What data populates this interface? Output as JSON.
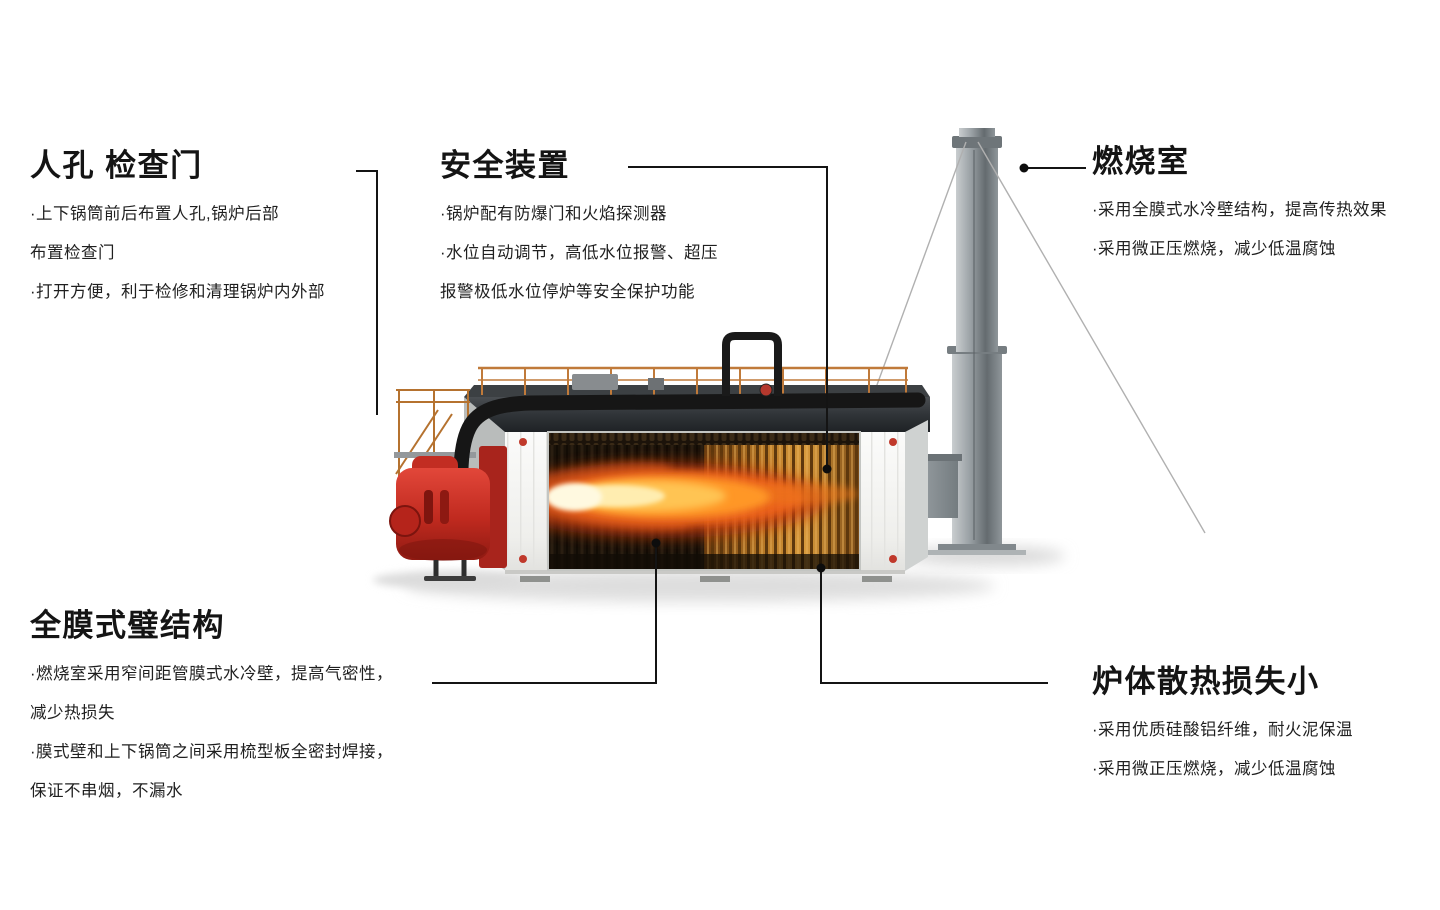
{
  "callouts": {
    "manhole": {
      "title": "人孔 检查门",
      "lines": [
        "·上下锅筒前后布置人孔,锅炉后部",
        "布置检查门",
        "·打开方便，利于检修和清理锅炉内外部"
      ]
    },
    "safety": {
      "title": "安全装置",
      "lines": [
        "·锅炉配有防爆门和火焰探测器",
        "·水位自动调节，高低水位报警、超压",
        "报警极低水位停炉等安全保护功能"
      ]
    },
    "combustion": {
      "title": "燃烧室",
      "lines": [
        "·采用全膜式水冷壁结构，提高传热效果",
        "·采用微正压燃烧，减少低温腐蚀"
      ]
    },
    "membrane": {
      "title": "全膜式璧结构",
      "lines": [
        "·燃烧室采用窄间距管膜式水冷壁，提高气密性，",
        "减少热损失",
        "·膜式壁和上下锅筒之间采用梳型板全密封焊接，",
        "保证不串烟，不漏水"
      ]
    },
    "heatloss": {
      "title": "炉体散热损失小",
      "lines": [
        "·采用优质硅酸铝纤维，耐火泥保温",
        "·采用微正压燃烧，减少低温腐蚀"
      ]
    }
  },
  "colors": {
    "text": "#141414",
    "connector_line": "#141414",
    "burner_red": "#c02a1f",
    "flame_orange": "#ff9727",
    "railing_orange": "#c07a3a",
    "background": "#ffffff"
  }
}
